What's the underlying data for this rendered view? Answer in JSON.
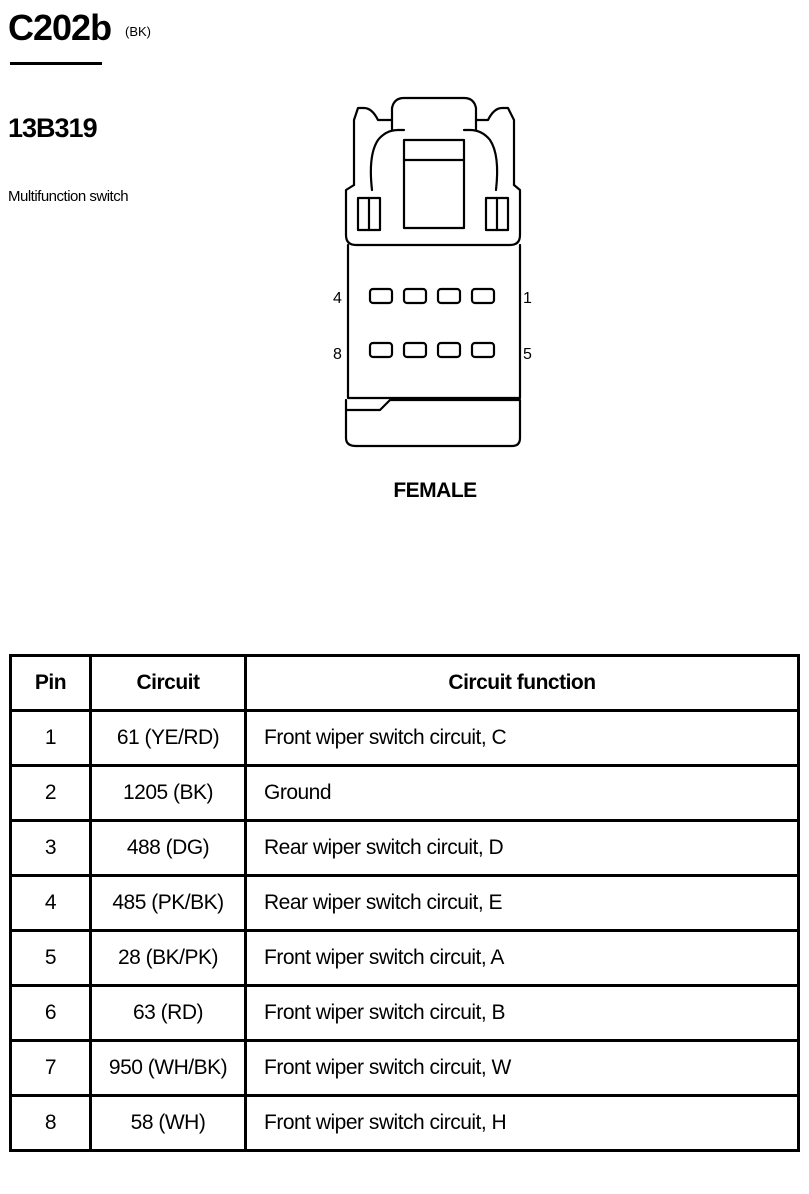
{
  "connector": {
    "id": "C202b",
    "color": "(BK)",
    "part_number": "13B319",
    "description": "Multifunction switch",
    "gender": "FEMALE",
    "pin_labels": {
      "top_left": "4",
      "top_right": "1",
      "bottom_left": "8",
      "bottom_right": "5"
    }
  },
  "table": {
    "headers": [
      "Pin",
      "Circuit",
      "Circuit function"
    ],
    "rows": [
      {
        "pin": "1",
        "circuit": "61 (YE/RD)",
        "function": "Front wiper switch circuit, C"
      },
      {
        "pin": "2",
        "circuit": "1205 (BK)",
        "function": "Ground"
      },
      {
        "pin": "3",
        "circuit": "488 (DG)",
        "function": "Rear wiper switch circuit, D"
      },
      {
        "pin": "4",
        "circuit": "485 (PK/BK)",
        "function": "Rear wiper switch circuit, E"
      },
      {
        "pin": "5",
        "circuit": "28 (BK/PK)",
        "function": "Front wiper switch circuit, A"
      },
      {
        "pin": "6",
        "circuit": "63 (RD)",
        "function": "Front wiper switch circuit, B"
      },
      {
        "pin": "7",
        "circuit": "950 (WH/BK)",
        "function": "Front wiper switch circuit, W"
      },
      {
        "pin": "8",
        "circuit": "58 (WH)",
        "function": "Front wiper switch circuit, H"
      }
    ]
  }
}
